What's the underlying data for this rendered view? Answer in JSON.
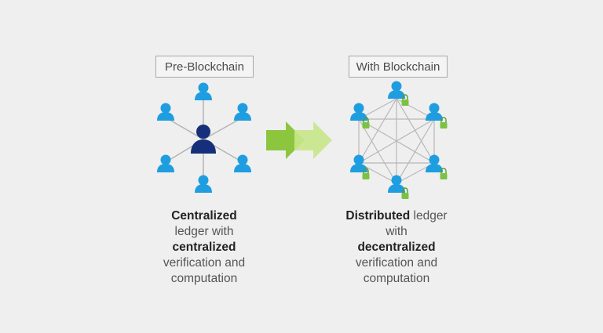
{
  "left_panel": {
    "label": "Pre-Blockchain",
    "caption": {
      "line1_bold": "Centralized",
      "line2": "ledger with",
      "line3_bold": "centralized",
      "line4": "verification and",
      "line5": "computation"
    }
  },
  "right_panel": {
    "label": "With Blockchain",
    "caption": {
      "line1_bold": "Distributed",
      "line1_rest": " ledger",
      "line2": "with",
      "line3_bold": "decentralized",
      "line4": "verification and",
      "line5": "computation"
    }
  },
  "colors": {
    "background": "#efefef",
    "user_blue": "#1e9ee0",
    "center_user_navy": "#152f7a",
    "link_gray": "#b4b4b4",
    "lock_green": "#7cc242",
    "arrow_green_dark": "#8cc63f",
    "arrow_green_light": "#c8e68a"
  },
  "icons": {
    "user": "user-icon",
    "central_user": "central-user-icon",
    "lock": "lock-icon",
    "arrow": "transition-arrow-icon"
  }
}
